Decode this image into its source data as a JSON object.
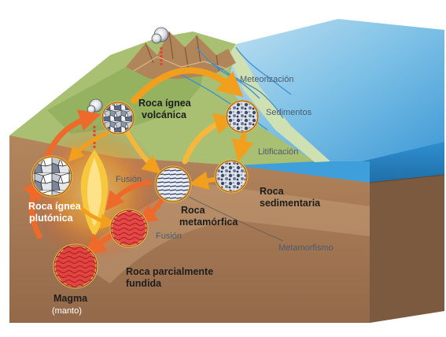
{
  "diagram": {
    "rock_labels": {
      "igneous_volcanic_line1": "Roca ígnea",
      "igneous_volcanic_line2": "volcánica",
      "igneous_plutonic_line1": "Roca ígnea",
      "igneous_plutonic_line2": "plutónica",
      "metamorphic_line1": "Roca",
      "metamorphic_line2": "metamórfica",
      "sedimentary_line1": "Roca",
      "sedimentary_line2": "sedimentaria",
      "partially_melted_line1": "Roca parcialmente",
      "partially_melted_line2": "fundida",
      "magma": "Magma",
      "mantle": "(manto)"
    },
    "process_labels": {
      "weathering": "Meteorización",
      "sediments": "Sedimentos",
      "lithification": "Litificación",
      "melting_upper": "Fusión",
      "melting_lower": "Fusión",
      "metamorphism": "Metamorfismo"
    },
    "colors": {
      "ocean": "#2f8fcf",
      "arrow": "#f29f1d",
      "magma": "#e0452a",
      "sediment": "#d9c3a0",
      "ground": "#a57a55"
    }
  }
}
